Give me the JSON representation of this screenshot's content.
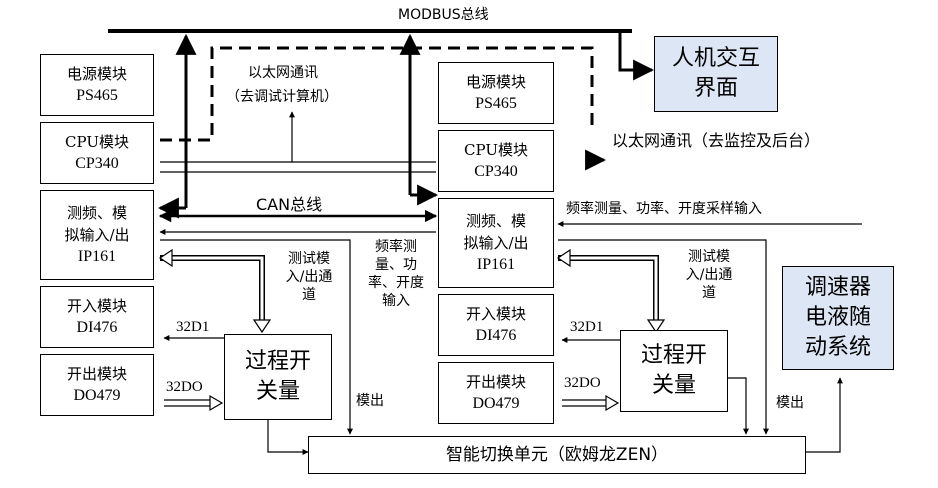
{
  "bus": {
    "modbus": "MODBUS总线",
    "can": "CAN总线"
  },
  "hmi": {
    "line1": "人机交互",
    "line2": "界面"
  },
  "governor": {
    "line1": "调速器",
    "line2": "电液随",
    "line3": "动系统"
  },
  "left_rack": {
    "psu": {
      "name": "电源模块",
      "model": "PS465"
    },
    "cpu": {
      "name": "CPU模块",
      "model": "CP340"
    },
    "io": {
      "name1": "测频、模",
      "name2": "拟输入/出",
      "model": "IP161"
    },
    "di": {
      "name": "开入模块",
      "model": "DI476"
    },
    "do": {
      "name": "开出模块",
      "model": "DO479"
    }
  },
  "right_rack": {
    "psu": {
      "name": "电源模块",
      "model": "PS465"
    },
    "cpu": {
      "name": "CPU模块",
      "model": "CP340"
    },
    "io": {
      "name1": "测频、模",
      "name2": "拟输入/出",
      "model": "IP161"
    },
    "di": {
      "name": "开入模块",
      "model": "DI476"
    },
    "do": {
      "name": "开出模块",
      "model": "DO479"
    }
  },
  "switch_left": {
    "line1": "过程开",
    "line2": "关量"
  },
  "switch_right": {
    "line1": "过程开",
    "line2": "关量"
  },
  "zen": {
    "label": "智能切换单元（欧姆龙ZEN）"
  },
  "labels": {
    "eth_debug_1": "以太网通讯",
    "eth_debug_2": "（去调试计算机）",
    "eth_monitor": "以太网通讯（去监控及后台）",
    "freq_input": "频率测量、功率、开度采样输入",
    "freq_mid_1": "频率测",
    "freq_mid_2": "量、功",
    "freq_mid_3": "率、开度",
    "freq_mid_4": "输入",
    "test_left_1": "测试模",
    "test_left_2": "入/出通",
    "test_left_3": "道",
    "test_right_1": "测试模",
    "test_right_2": "入/出通",
    "test_right_3": "道",
    "d32i_left": "32D1",
    "d32o_left": "32DO",
    "d32i_right": "32D1",
    "d32o_right": "32DO",
    "analog_out_left": "模出",
    "analog_out_right": "模出"
  }
}
